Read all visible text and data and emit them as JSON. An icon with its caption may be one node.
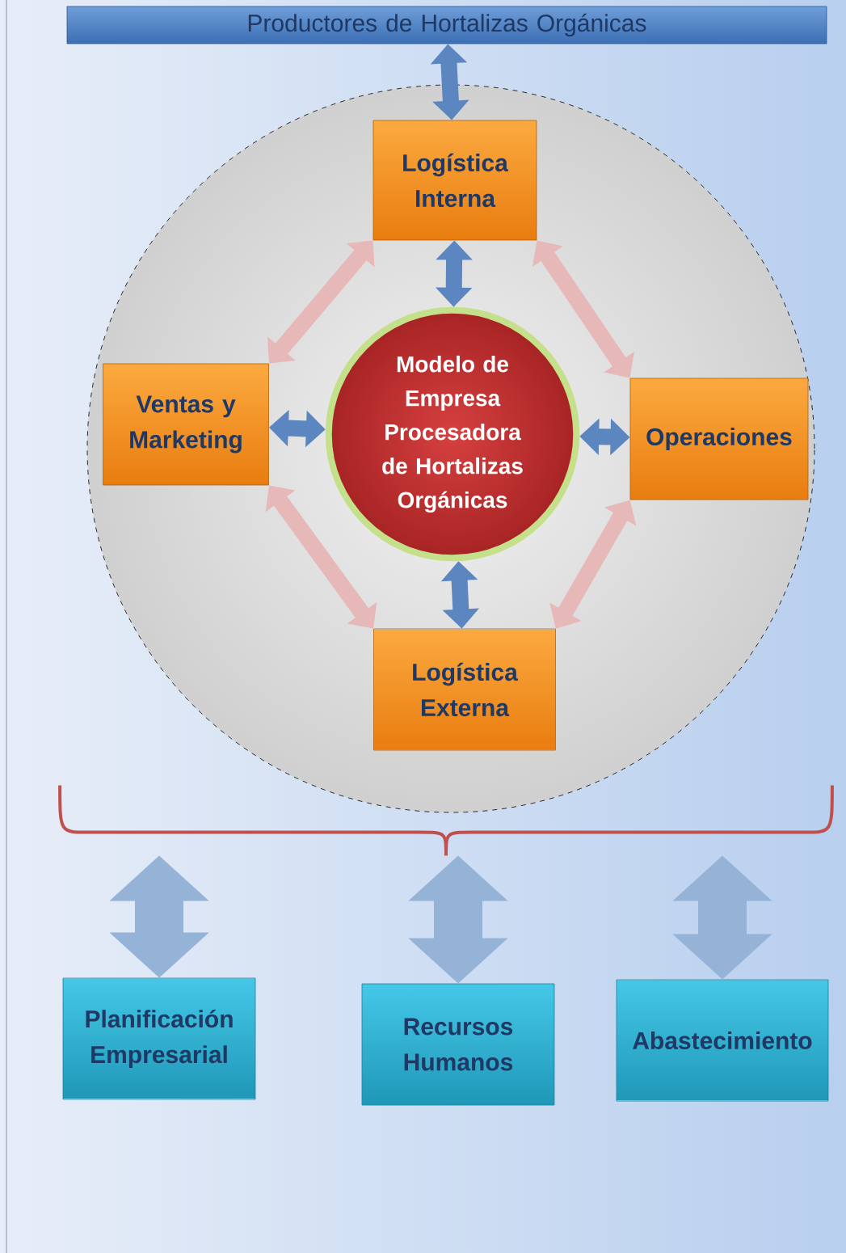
{
  "diagram": {
    "nodes": [
      {
        "text": [
          "Productores de Hortalizas Orgánicas"
        ]
      },
      {
        "text": [],
        "shape": "circle"
      },
      {
        "text": [
          "Logística Interna"
        ],
        "in": 1
      },
      {
        "text": [
          "Ventas y Marketing"
        ],
        "in": 1
      },
      {
        "text": [
          "Modelo de Empresa Procesadora de Hortalizas Orgánicas"
        ],
        "in": 1
      },
      {
        "text": [
          "Operaciones"
        ],
        "in": 1
      },
      {
        "text": [
          "Logística Externa"
        ],
        "in": 1
      },
      {
        "text": [],
        "shape": "brace"
      },
      {
        "text": [
          "Planificación Empresarial"
        ]
      },
      {
        "text": [
          "Recursos Humanos"
        ]
      },
      {
        "text": [
          "Abastecimiento"
        ]
      }
    ],
    "edges": [
      {
        "from": 0,
        "to": 2,
        "arrow": "both"
      },
      {
        "from": 2,
        "to": 4,
        "arrow": "both"
      },
      {
        "from": 3,
        "to": 4,
        "arrow": "both"
      },
      {
        "from": 4,
        "to": 5,
        "arrow": "both"
      },
      {
        "from": 4,
        "to": 6,
        "arrow": "both"
      },
      {
        "from": 2,
        "to": 3,
        "arrow": "both",
        "color": "#e6b9b8"
      },
      {
        "from": 2,
        "to": 5,
        "arrow": "both",
        "color": "#e6b9b8"
      },
      {
        "from": 3,
        "to": 6,
        "arrow": "both",
        "color": "#e6b9b8"
      },
      {
        "from": 6,
        "to": 5,
        "arrow": "both",
        "color": "#e6b9b8"
      },
      {
        "from": 7,
        "to": 8,
        "arrow": "both",
        "style": "thick",
        "color": "#95b3d7"
      },
      {
        "from": 7,
        "to": 9,
        "arrow": "both",
        "style": "thick",
        "color": "#95b3d7"
      },
      {
        "from": 7,
        "to": 10,
        "arrow": "both",
        "style": "thick",
        "color": "#95b3d7"
      }
    ]
  }
}
